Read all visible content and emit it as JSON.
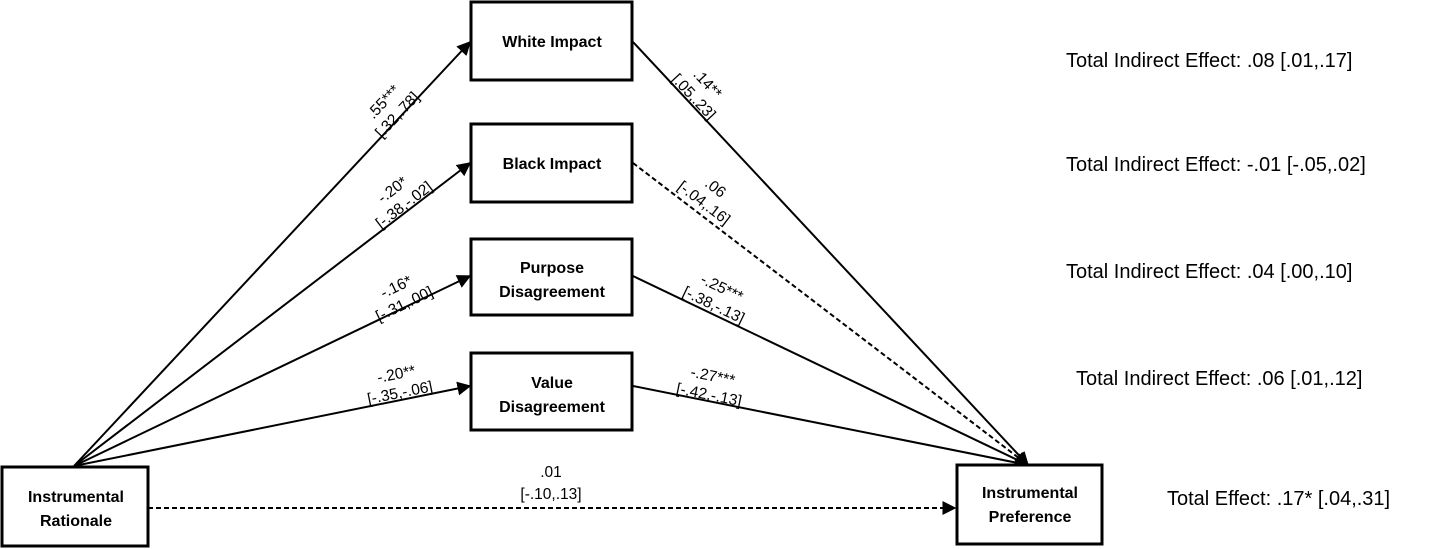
{
  "nodes": {
    "instrumental_rationale": [
      "Instrumental",
      "Rationale"
    ],
    "white_impact": [
      "White Impact"
    ],
    "black_impact": [
      "Black Impact"
    ],
    "purpose_disagreement": [
      "Purpose",
      "Disagreement"
    ],
    "value_disagreement": [
      "Value",
      "Disagreement"
    ],
    "instrumental_preference": [
      "Instrumental",
      "Preference"
    ]
  },
  "paths": {
    "ir_to_white": [
      " .55***",
      "[.32,.78]"
    ],
    "ir_to_black": [
      "-.20*",
      "[-.38,-.02]"
    ],
    "ir_to_purpose": [
      "-.16*",
      "[-.31,.00]"
    ],
    "ir_to_value": [
      "-.20**",
      "[-.35,-.06]"
    ],
    "white_to_pref": [
      ".14**",
      "[.05,.23]"
    ],
    "black_to_pref": [
      ".06",
      "[-.04,.16]"
    ],
    "purpose_to_pref": [
      "-.25***",
      "[-.38,-.13]"
    ],
    "value_to_pref": [
      "-.27***",
      "[-.42,-.13]"
    ],
    "direct": [
      ".01",
      "[-.10,.13]"
    ]
  },
  "effects": {
    "white": "Total Indirect Effect: .08 [.01,.17]",
    "black": "Total Indirect Effect: -.01 [-.05,.02]",
    "purpose": "Total Indirect Effect: .04 [.00,.10]",
    "value": "Total Indirect Effect: .06 [.01,.12]",
    "total": "Total Effect: .17* [.04,.31]"
  }
}
